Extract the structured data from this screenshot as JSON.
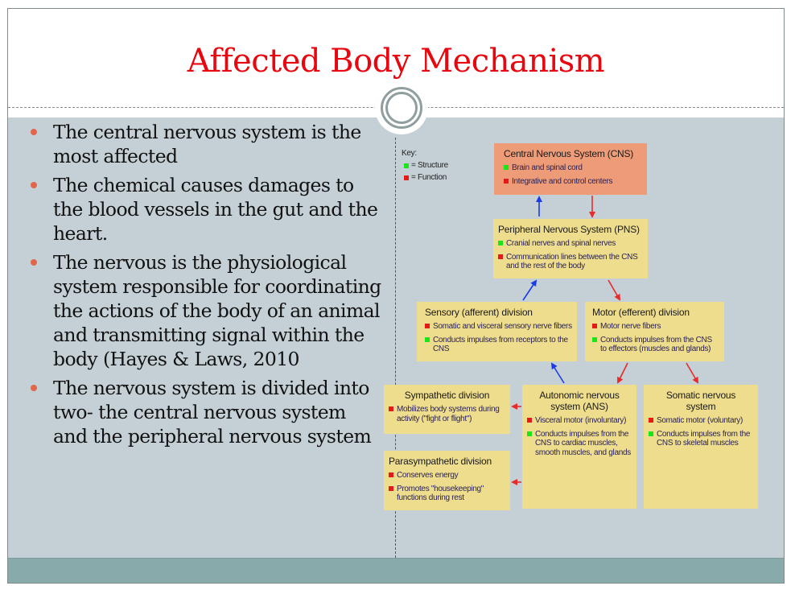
{
  "slide": {
    "title": "Affected Body Mechanism",
    "bullets": [
      "The central nervous system is the most affected",
      "The chemical causes damages to the blood vessels in the gut and the heart.",
      "The nervous is the physiological system responsible for coordinating the actions of the body of an animal and transmitting signal within the body (Hayes & Laws, 2010",
      "The nervous system is divided into two- the central nervous system and the peripheral nervous system"
    ]
  },
  "diagram": {
    "key": {
      "title": "Key:",
      "structure_label": "= Structure",
      "function_label": "= Function"
    },
    "colors": {
      "structure": "#19e619",
      "function": "#e61919",
      "cns_box": "#ee9b77",
      "box": "#eedd8c",
      "afferent_arrow": "#1a3be8",
      "efferent_arrow": "#e82a2a"
    },
    "boxes": {
      "cns": {
        "title": "Central Nervous System (CNS)",
        "items": [
          {
            "type": "structure",
            "text": "Brain and spinal cord"
          },
          {
            "type": "function",
            "text": "Integrative and control centers"
          }
        ]
      },
      "pns": {
        "title": "Peripheral Nervous System (PNS)",
        "items": [
          {
            "type": "structure",
            "text": "Cranial nerves and spinal nerves"
          },
          {
            "type": "function",
            "text": "Communication lines between the CNS and the rest of the body"
          }
        ]
      },
      "sensory": {
        "title": "Sensory (afferent) division",
        "items": [
          {
            "type": "function",
            "text": "Somatic and visceral sensory nerve fibers"
          },
          {
            "type": "structure",
            "text": "Conducts impulses from receptors to the CNS"
          }
        ]
      },
      "motor": {
        "title": "Motor (efferent) division",
        "items": [
          {
            "type": "function",
            "text": "Motor nerve fibers"
          },
          {
            "type": "structure",
            "text": "Conducts impulses from the CNS to effectors (muscles and glands)"
          }
        ]
      },
      "sympathetic": {
        "title": "Sympathetic division",
        "items": [
          {
            "type": "function",
            "text": "Mobilizes body systems during activity (\"fight or flight\")"
          }
        ]
      },
      "parasympathetic": {
        "title": "Parasympathetic division",
        "items": [
          {
            "type": "function",
            "text": "Conserves energy"
          },
          {
            "type": "function",
            "text": "Promotes \"housekeeping\" functions during rest"
          }
        ]
      },
      "ans": {
        "title": "Autonomic nervous system (ANS)",
        "items": [
          {
            "type": "function",
            "text": "Visceral motor (involuntary)"
          },
          {
            "type": "structure",
            "text": "Conducts impulses from the CNS to cardiac muscles, smooth muscles, and glands"
          }
        ]
      },
      "somatic": {
        "title": "Somatic nervous system",
        "items": [
          {
            "type": "function",
            "text": "Somatic motor (voluntary)"
          },
          {
            "type": "structure",
            "text": "Conducts impulses from the CNS to skeletal muscles"
          }
        ]
      }
    }
  }
}
